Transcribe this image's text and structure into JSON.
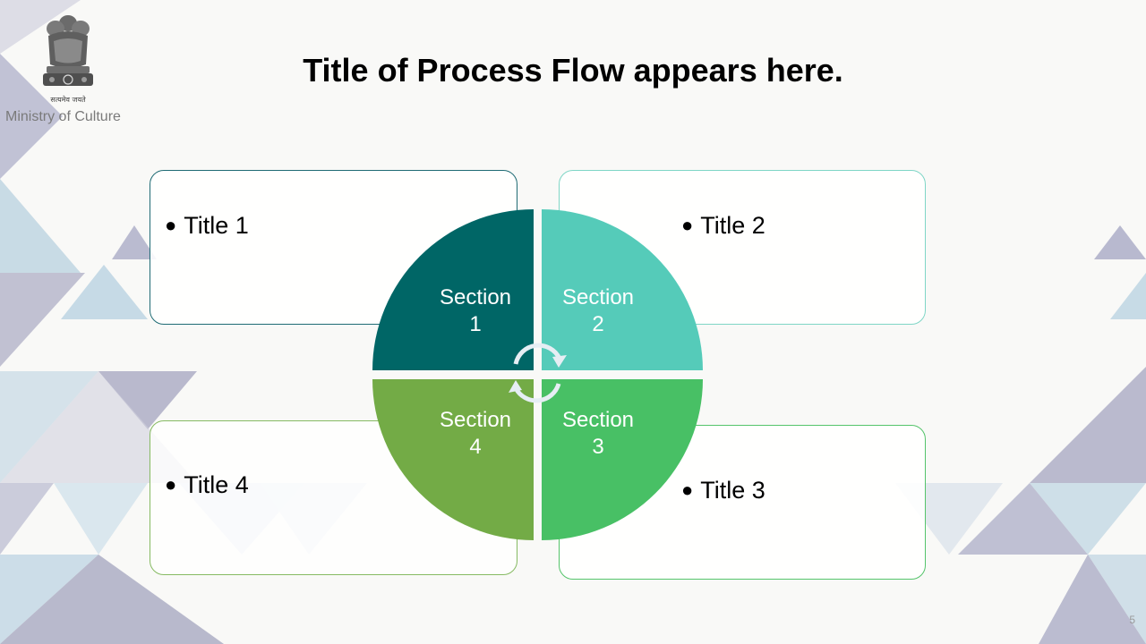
{
  "header": {
    "ministry": "Ministry of Culture",
    "emblem_motto": "सत्यमेव जयते"
  },
  "title": "Title of Process Flow appears here.",
  "cards": [
    {
      "label": "Title 1",
      "border_color": "#1f6b74"
    },
    {
      "label": "Title 2",
      "border_color": "#7fd6c6"
    },
    {
      "label": "Title 3",
      "border_color": "#55c46b"
    },
    {
      "label": "Title 4",
      "border_color": "#86ba62"
    }
  ],
  "sections": [
    {
      "line1": "Section",
      "line2": "1",
      "color": "#006666"
    },
    {
      "line1": "Section",
      "line2": "2",
      "color": "#55cbb9"
    },
    {
      "line1": "Section",
      "line2": "3",
      "color": "#48c065"
    },
    {
      "line1": "Section",
      "line2": "4",
      "color": "#73ab46"
    }
  ],
  "cycle_icon": "cycle-arrows-icon",
  "page_number": "5"
}
